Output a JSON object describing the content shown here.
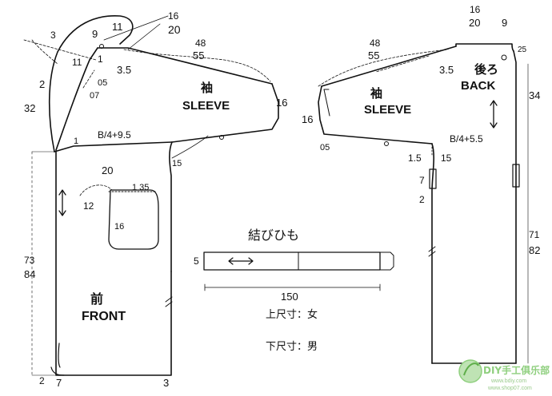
{
  "labels": {
    "top_16": "16",
    "top_20": "20",
    "top_9": "9",
    "top_11": "11",
    "left_3": "3",
    "left_11": "11",
    "n_1": "1",
    "n_05": "05",
    "n_07": "07",
    "n_2_upper": "2",
    "n_3_5_front": "3.5",
    "n_48_front": "48",
    "n_55_front": "55",
    "n_32": "32",
    "n_73": "73",
    "n_84": "84",
    "bust_front": "B/4+9.5",
    "n_1_chest": "1",
    "n_20_pocket": "20",
    "n_1_35": "1 35",
    "n_12": "12",
    "n_16_pocket": "16",
    "n_15_front": "15",
    "n_16_cuff_front": "16",
    "sleeve_kanji_front": "袖",
    "sleeve_en_front": "SLEEVE",
    "front_kanji": "前",
    "front_en": "FRONT",
    "bottom_2": "2",
    "bottom_7": "7",
    "bottom_3": "3",
    "tie_title": "結びひも",
    "tie_5": "5",
    "tie_150": "150",
    "legend_upper": "上尺寸：女",
    "legend_lower": "下尺寸：男",
    "back_16": "16",
    "back_20": "20",
    "back_9": "9",
    "back_48": "48",
    "back_55": "55",
    "back_3_5": "3.5",
    "back_25": "25",
    "back_kanji": "後ろ",
    "back_en": "BACK",
    "n_34": "34",
    "n_16_cuff_back": "16",
    "sleeve_kanji_back": "袖",
    "sleeve_en_back": "SLEEVE",
    "n_05_back": "05",
    "bust_back": "B/4+5.5",
    "n_15_back_a": "1.5",
    "n_15_back_b": "15",
    "n_7_back": "7",
    "n_2_back": "2",
    "n_71": "71",
    "n_82": "82",
    "watermark_main": "DIY手工俱乐部",
    "watermark_sub1": "www.bdiy.com",
    "watermark_sub2": "www.shop07.com"
  }
}
